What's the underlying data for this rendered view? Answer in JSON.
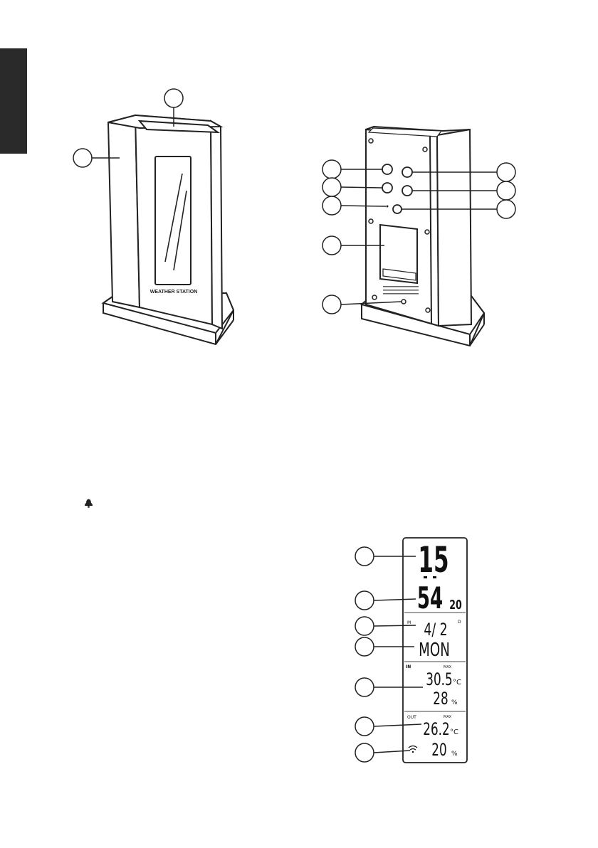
{
  "language_tab": {
    "color": "#2a2a2a"
  },
  "front_view": {
    "label_text": "WEATHER STATION",
    "callouts": 2
  },
  "back_view": {
    "callouts": 8
  },
  "alarm_icon": "bell-icon",
  "lcd": {
    "hour": "15",
    "minute": "54",
    "seconds": "20",
    "month_label": "M",
    "date": "4/ 2",
    "day_label": "D",
    "weekday": "MON",
    "indoor_label": "IN",
    "indoor_max_label": "MAX",
    "indoor_temp": "30.5",
    "indoor_temp_unit": "°C",
    "indoor_humidity": "28",
    "indoor_humidity_unit": "%",
    "outdoor_label": "OUT",
    "outdoor_max_label": "MAX",
    "outdoor_temp": "26.2",
    "outdoor_temp_unit": "°C",
    "outdoor_humidity": "20",
    "outdoor_humidity_unit": "%",
    "signal_icon": "wireless-signal-icon"
  }
}
